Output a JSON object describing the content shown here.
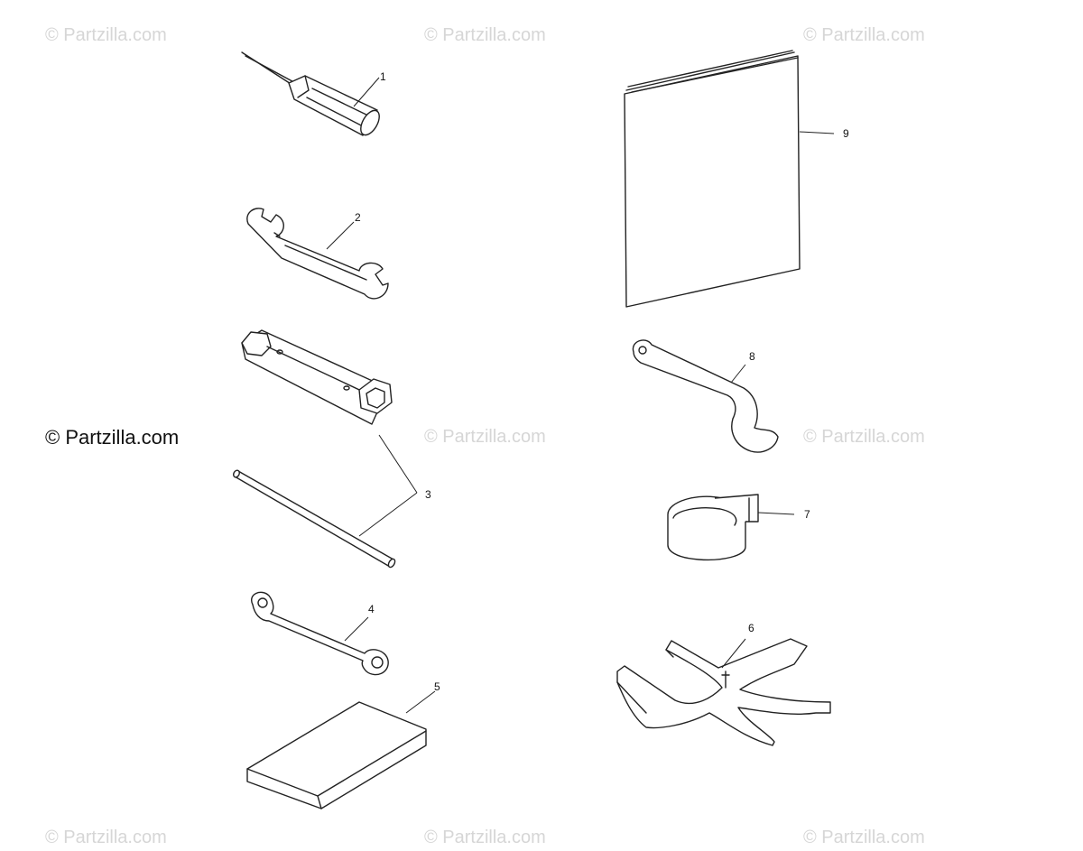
{
  "watermark": {
    "text": "© Partzilla.com",
    "main_text": "© Partzilla.com"
  },
  "callouts": [
    {
      "id": "1",
      "label": "1",
      "item": "screwdriver"
    },
    {
      "id": "2",
      "label": "2",
      "item": "open-end-wrench"
    },
    {
      "id": "3",
      "label": "3",
      "item": "spark-plug-socket-and-bar"
    },
    {
      "id": "4",
      "label": "4",
      "item": "combination-wrench"
    },
    {
      "id": "5",
      "label": "5",
      "item": "tool-bag"
    },
    {
      "id": "6",
      "label": "6",
      "item": "spreader-tool"
    },
    {
      "id": "7",
      "label": "7",
      "item": "strap"
    },
    {
      "id": "8",
      "label": "8",
      "item": "spanner-wrench"
    },
    {
      "id": "9",
      "label": "9",
      "item": "owners-manual"
    }
  ],
  "colors": {
    "ink": "#222222",
    "watermark": "#d6d6d6",
    "background": "#ffffff"
  }
}
